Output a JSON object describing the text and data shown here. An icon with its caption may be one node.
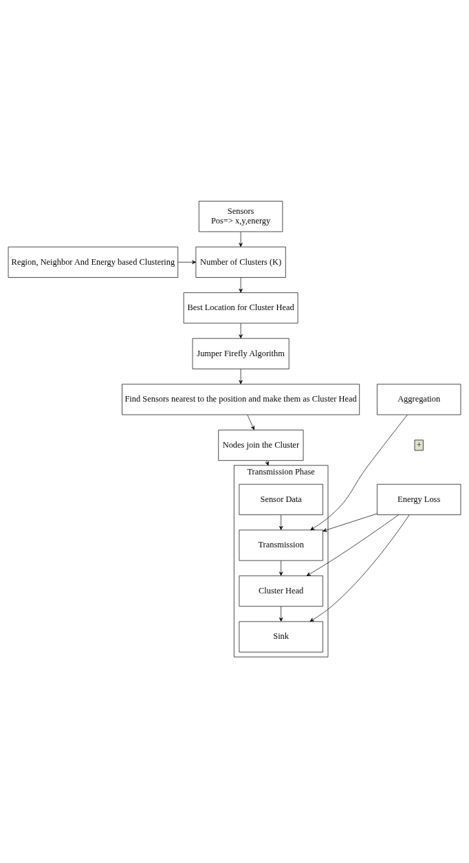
{
  "diagram": {
    "nodes": [
      {
        "text": [
          "Sensors",
          "Pos=> x,y,energy"
        ]
      },
      {
        "text": [
          "Region, Neighbor And Energy based Clustering"
        ]
      },
      {
        "text": [
          "Number of Clusters (K)"
        ]
      },
      {
        "text": [
          "Best Location for Cluster Head"
        ]
      },
      {
        "text": [
          "Jumper Firefly Algorithm"
        ]
      },
      {
        "text": [
          "Find Sensors nearest to the position and make them as Cluster Head"
        ]
      },
      {
        "text": [
          "Nodes join the Cluster"
        ]
      },
      {
        "text": [
          "Transmission Phase"
        ]
      },
      {
        "text": [
          "Sensor Data"
        ],
        "in": 7
      },
      {
        "text": [
          "Transmission"
        ],
        "in": 7
      },
      {
        "text": [
          "Cluster Head"
        ],
        "in": 7
      },
      {
        "text": [
          "Sink"
        ],
        "in": 7
      },
      {
        "text": [
          "Aggregation"
        ]
      },
      {
        "text": [
          "+"
        ]
      },
      {
        "text": [
          "Energy Loss"
        ]
      }
    ],
    "edges": [
      {
        "from": 0,
        "to": 2,
        "arrow": "to"
      },
      {
        "from": 1,
        "to": 2,
        "arrow": "to"
      },
      {
        "from": 2,
        "to": 3,
        "arrow": "to"
      },
      {
        "from": 3,
        "to": 4,
        "arrow": "to"
      },
      {
        "from": 4,
        "to": 5,
        "arrow": "to"
      },
      {
        "from": 5,
        "to": 6,
        "arrow": "to"
      },
      {
        "from": 6,
        "to": 7,
        "arrow": "to"
      },
      {
        "from": 8,
        "to": 9,
        "arrow": "to"
      },
      {
        "from": 12,
        "to": 9,
        "arrow": "to"
      },
      {
        "from": 14,
        "to": 9,
        "arrow": "to"
      },
      {
        "from": 9,
        "to": 10,
        "arrow": "to"
      },
      {
        "from": 14,
        "to": 10,
        "arrow": "to"
      },
      {
        "from": 10,
        "to": 11,
        "arrow": "to"
      },
      {
        "from": 14,
        "to": 11,
        "arrow": "to"
      }
    ]
  }
}
